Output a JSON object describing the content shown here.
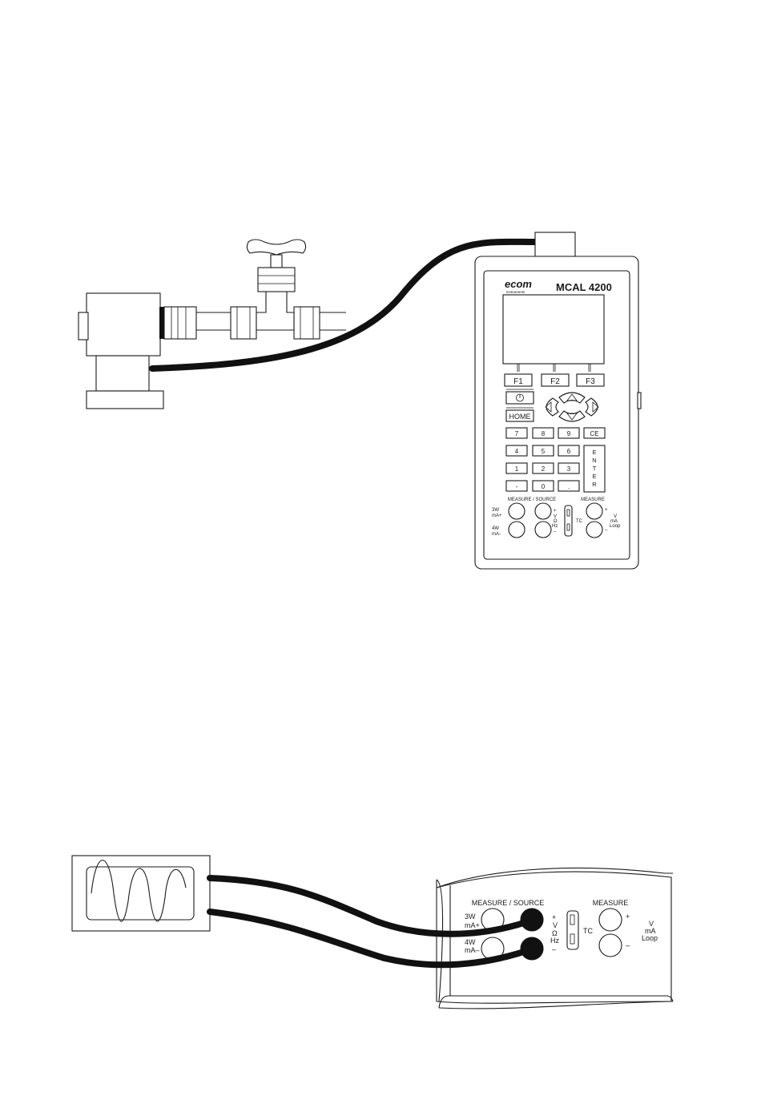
{
  "calibrator": {
    "brand": "ecom",
    "brand_sub": "instruments",
    "model": "MCAL 4200",
    "fkeys": [
      "F1",
      "F2",
      "F3"
    ],
    "power_symbol": "⏻",
    "home": "HOME",
    "keypad": [
      "7",
      "8",
      "9",
      "CE",
      "4",
      "5",
      "6",
      "1",
      "2",
      "3",
      "-",
      "0",
      "."
    ],
    "enter_letters": [
      "E",
      "N",
      "T",
      "E",
      "R"
    ],
    "measure_source": "MEASURE / SOURCE",
    "measure": "MEASURE",
    "label_3w": "3W",
    "label_ma_plus": "mA+",
    "label_4w": "4W",
    "label_ma_minus": "mA-",
    "plus": "+",
    "minus": "–",
    "v": "V",
    "ohm": "Ω",
    "hz": "Hz",
    "tc": "TC",
    "ma": "mA",
    "loop": "Loop"
  },
  "detail": {
    "measure_source": "MEASURE / SOURCE",
    "measure": "MEASURE",
    "label_3w": "3W",
    "label_ma_plus": "mA+",
    "label_4w": "4W",
    "label_ma_minus": "mA–",
    "plus": "+",
    "minus": "–",
    "v": "V",
    "ohm": "Ω",
    "hz": "Hz",
    "tc": "TC",
    "ma": "mA",
    "loop": "Loop"
  }
}
